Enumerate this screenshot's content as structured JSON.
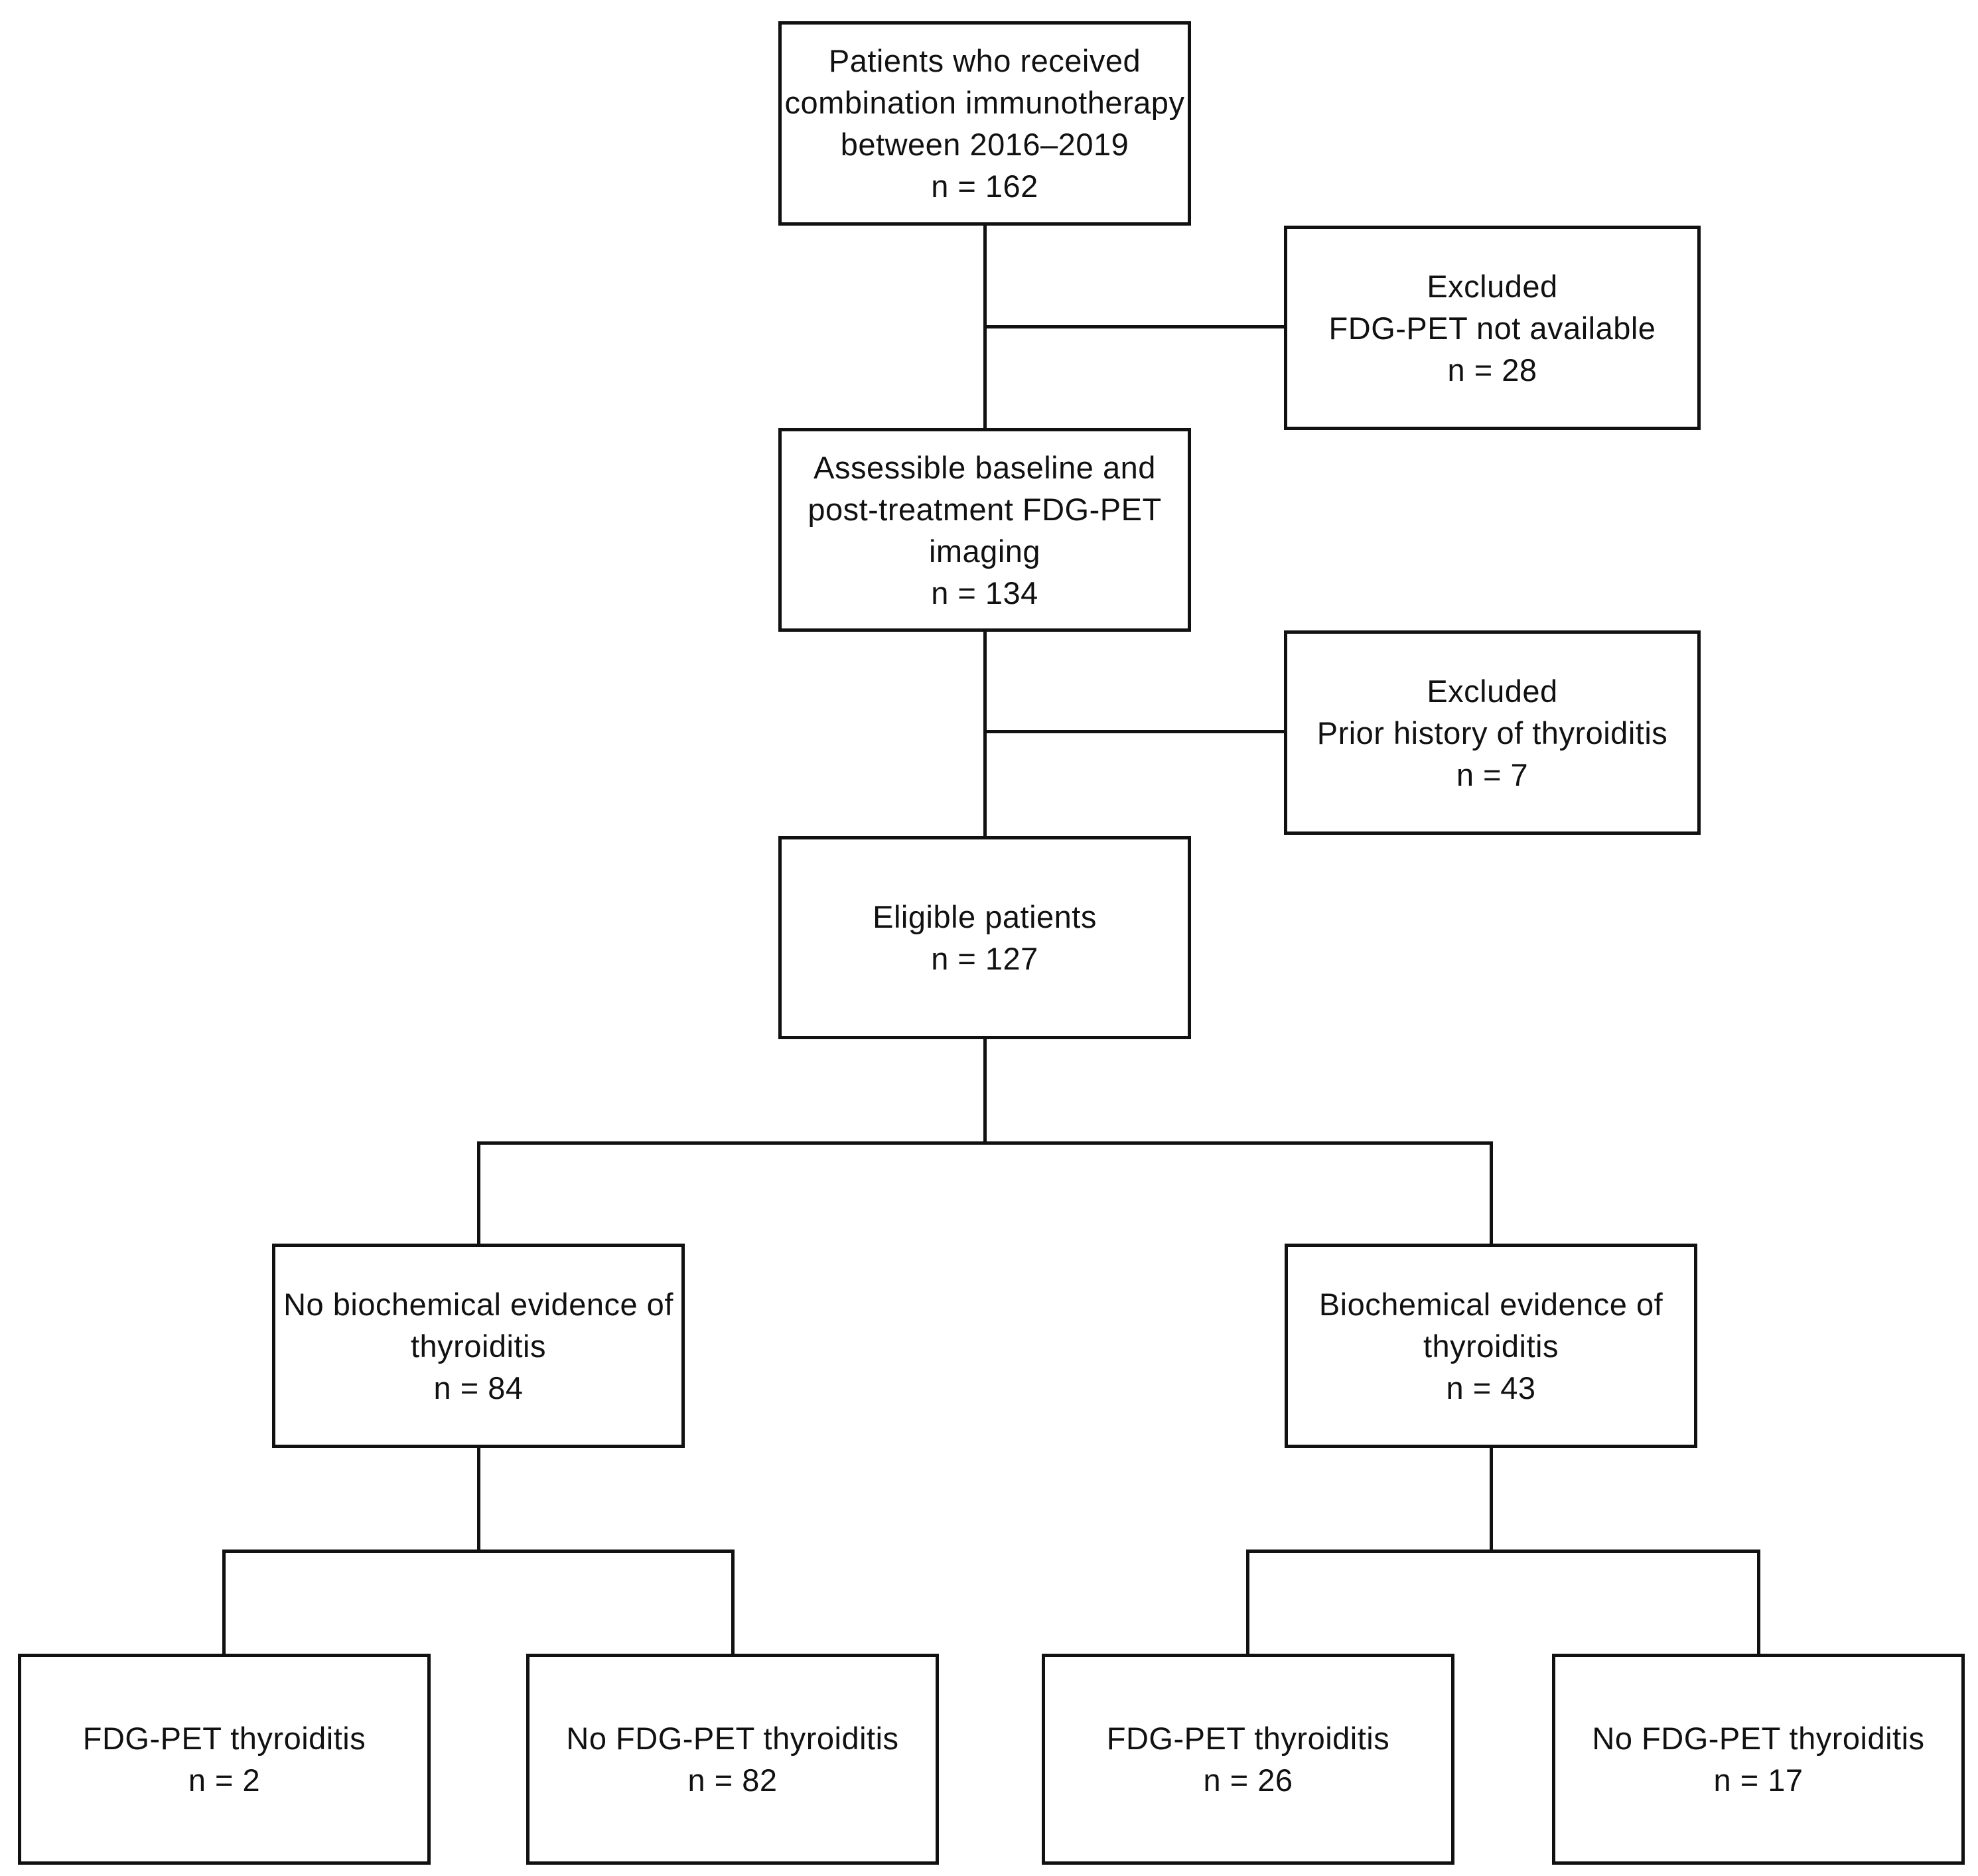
{
  "diagram": {
    "kind": "patient-flow-chart",
    "colors": {
      "line": "#111111",
      "text": "#111111",
      "background": "#ffffff"
    },
    "boxes": {
      "enrolled": {
        "lines": [
          "Patients who received",
          "combination immunotherapy",
          "between 2016–2019",
          "n = 162"
        ],
        "n": 162
      },
      "excluded_fdg_pet_not_available": {
        "lines": [
          "Excluded",
          "FDG-PET not available",
          "n = 28"
        ],
        "n": 28
      },
      "assessible_imaging": {
        "lines": [
          "Assessible baseline and",
          "post-treatment FDG-PET",
          "imaging",
          "n = 134"
        ],
        "n": 134
      },
      "excluded_prior_thyroiditis": {
        "lines": [
          "Excluded",
          "Prior history of thyroiditis",
          "n = 7"
        ],
        "n": 7
      },
      "eligible": {
        "lines": [
          "Eligible patients",
          "n = 127"
        ],
        "n": 127
      },
      "no_biochemical_thyroiditis": {
        "lines": [
          "No biochemical evidence of",
          "thyroiditis",
          "n = 84"
        ],
        "n": 84
      },
      "biochemical_thyroiditis": {
        "lines": [
          "Biochemical evidence of",
          "thyroiditis",
          "n = 43"
        ],
        "n": 43
      },
      "fdg_pet_thyroiditis_no_biochem": {
        "lines": [
          "FDG-PET thyroiditis",
          "n = 2"
        ],
        "n": 2
      },
      "no_fdg_pet_thyroiditis_no_biochem": {
        "lines": [
          "No FDG-PET thyroiditis",
          "n = 82"
        ],
        "n": 82
      },
      "fdg_pet_thyroiditis_biochem": {
        "lines": [
          "FDG-PET thyroiditis",
          "n = 26"
        ],
        "n": 26
      },
      "no_fdg_pet_thyroiditis_biochem": {
        "lines": [
          "No FDG-PET thyroiditis",
          "n = 17"
        ],
        "n": 17
      }
    },
    "edges": [
      {
        "from": "enrolled",
        "to": "assessible_imaging",
        "type": "flow"
      },
      {
        "from": "enrolled",
        "to": "excluded_fdg_pet_not_available",
        "type": "exclusion"
      },
      {
        "from": "assessible_imaging",
        "to": "eligible",
        "type": "flow"
      },
      {
        "from": "assessible_imaging",
        "to": "excluded_prior_thyroiditis",
        "type": "exclusion"
      },
      {
        "from": "eligible",
        "to": "no_biochemical_thyroiditis",
        "type": "split"
      },
      {
        "from": "eligible",
        "to": "biochemical_thyroiditis",
        "type": "split"
      },
      {
        "from": "no_biochemical_thyroiditis",
        "to": "fdg_pet_thyroiditis_no_biochem",
        "type": "split"
      },
      {
        "from": "no_biochemical_thyroiditis",
        "to": "no_fdg_pet_thyroiditis_no_biochem",
        "type": "split"
      },
      {
        "from": "biochemical_thyroiditis",
        "to": "fdg_pet_thyroiditis_biochem",
        "type": "split"
      },
      {
        "from": "biochemical_thyroiditis",
        "to": "no_fdg_pet_thyroiditis_biochem",
        "type": "split"
      }
    ]
  }
}
